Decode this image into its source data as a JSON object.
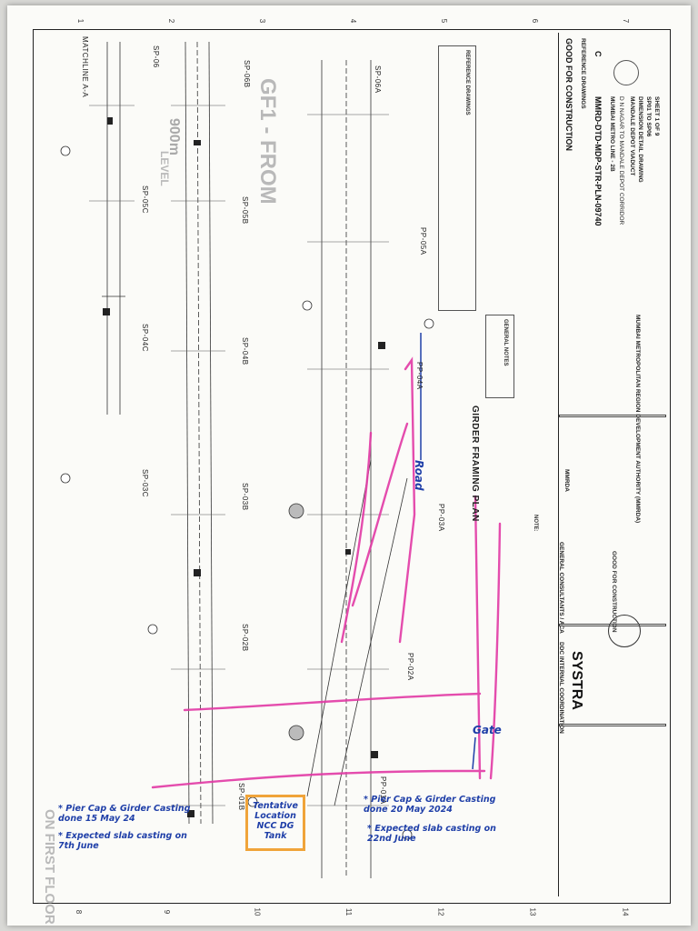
{
  "drawing": {
    "main_title": "GIRDER FRAMING PLAN",
    "matchline": "MATCHLINE A-A",
    "gf_text": "GF1 - FROM",
    "level_text": "LEVEL",
    "first_floor_text": "ON FIRST FLOOR",
    "col_numbers": [
      "1",
      "2",
      "3",
      "4",
      "5",
      "6",
      "7",
      "8",
      "9",
      "10",
      "11",
      "12",
      "13",
      "14"
    ],
    "pier_labels": [
      "SP-06",
      "SP-05C",
      "SP-04C",
      "SP-03C",
      "SP-06B",
      "SP-05B",
      "SP-04B",
      "SP-03B",
      "SP-02B",
      "SP-01B",
      "SP-06A",
      "PP-05A",
      "PP-04A",
      "PP-03A",
      "PP-02A",
      "PP-01A"
    ]
  },
  "notes": {
    "general_heading": "GENERAL NOTES",
    "reference_heading": "REFERENCE DRAWINGS",
    "note_label": "NOTE:"
  },
  "title_block": {
    "good_for_construction": "GOOD FOR CONSTRUCTION",
    "ref_drawings": "REFERENCE DRAWINGS",
    "drawing_no": "MMRD-DTD-MDP-STR-PLN-09740",
    "project": "MUMBAI METRO LINE - 2B",
    "project_sub": "D N NAGAR TO MANDALE DEPOT CORRIDOR",
    "drawing_title_1": "MANDALE DEPOT VIADUCT",
    "drawing_title_2": "DIMENSION DETAIL DRAWING",
    "drawing_title_3": "SP01 TO SP06",
    "sheet": "SHEET 1 OF 9",
    "authority": "MUMBAI METROPOLITAN REGION DEVELOPMENT AUTHORITY (MMRDA)",
    "consultant": "GENERAL CONSULTANTS / ACA",
    "coordination": "DDC INTERNAL COORDINATION",
    "company": "SYSTRA",
    "contractor_stamp": "GOOD FOR CONSTRUCTION",
    "revision": "C",
    "client": "MMRDA"
  },
  "annotations": {
    "left_note_1": "* Pier Cap & Girder Casting done 15 May 24",
    "left_note_2": "* Expected slab casting on 7th June",
    "boxed_note": "Tentative Location NCC DG Tank",
    "right_note_1": "* Pier Cap & Girder Casting done 20 May 2024",
    "right_note_2": "* Expected slab casting on 22nd June",
    "road_label": "Road",
    "gate_label": "Gate",
    "level_handwritten": "900m"
  },
  "colors": {
    "pen_blue": "#1f3fa8",
    "highlighter_pink": "#e23aa5",
    "orange_box": "#f0a43a",
    "line_ink": "#222222"
  }
}
